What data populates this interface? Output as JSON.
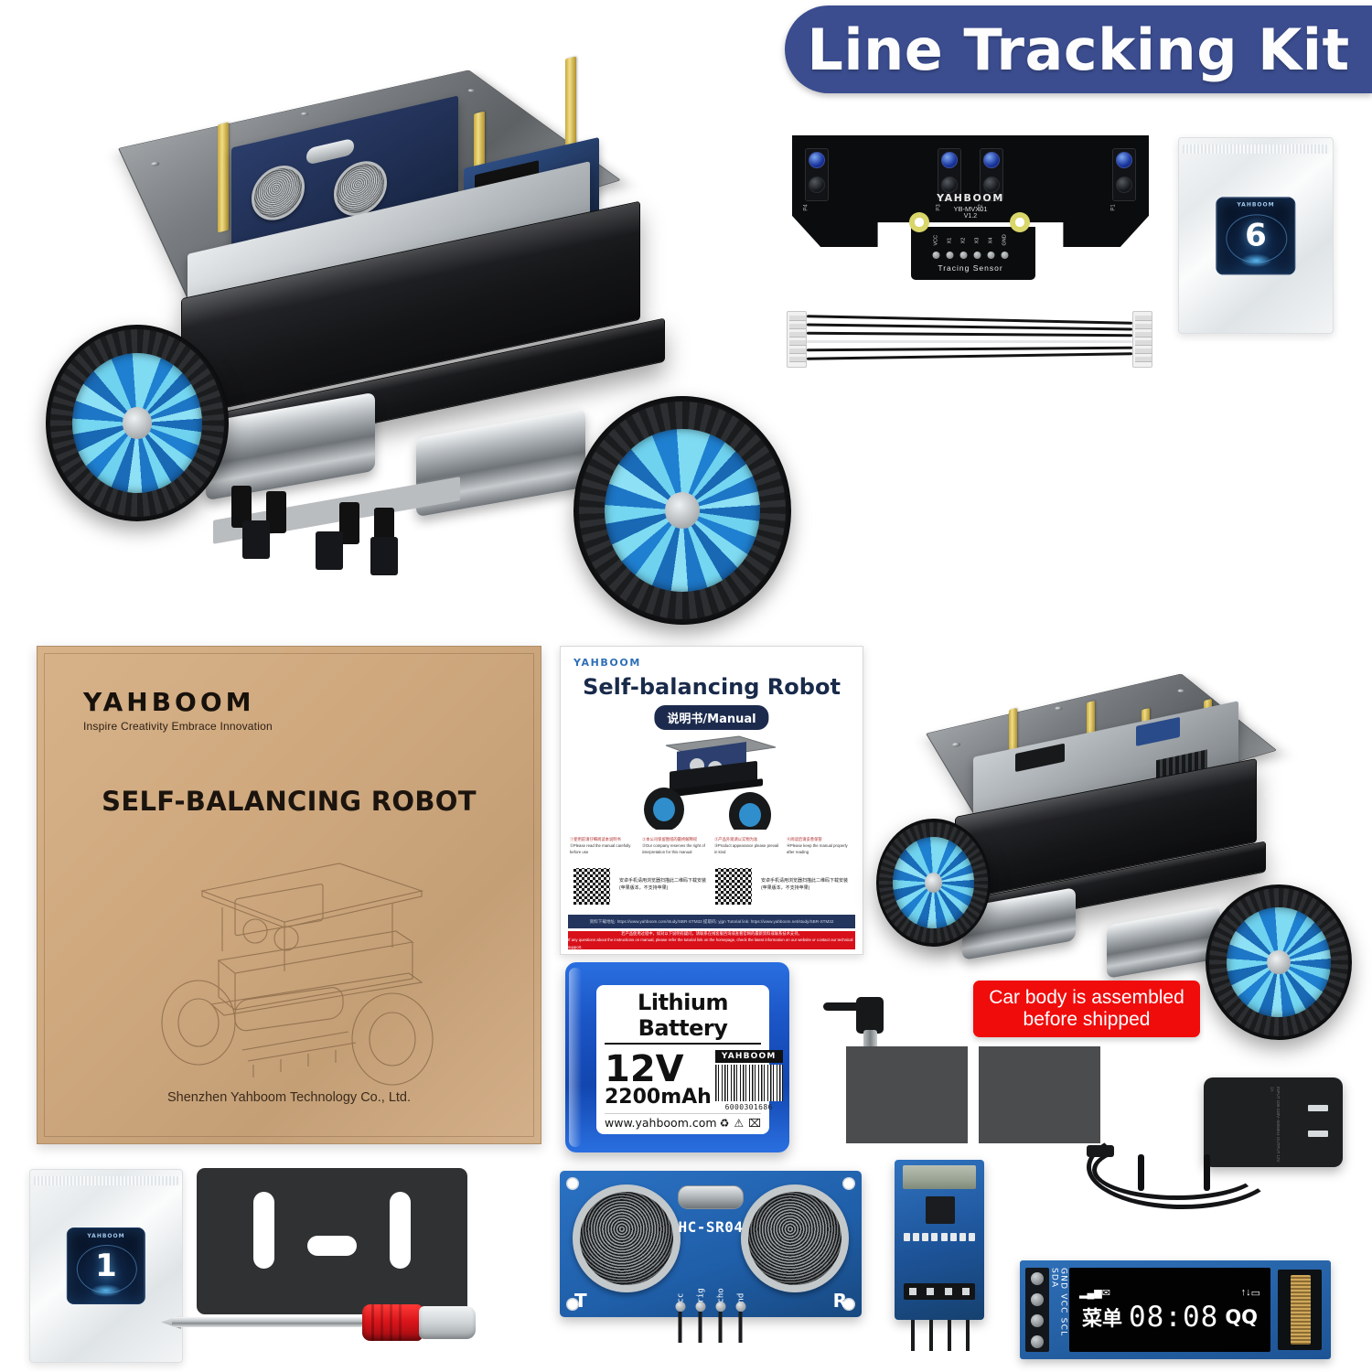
{
  "badge": {
    "label": "Line Tracking Kit",
    "color": "#3b4d8f"
  },
  "hero_robot": {
    "name": "self-balancing-robot-assembled-hero"
  },
  "tracking_sensor": {
    "brand": "YAHBOOM",
    "model": "YB-MVX01",
    "version": "V1.2",
    "footer": "Tracing Sensor",
    "sensor_labels": [
      "P4",
      "P3",
      "P2",
      "P1"
    ],
    "pin_labels": [
      "VCC",
      "X1",
      "X2",
      "X3",
      "X4",
      "GND"
    ]
  },
  "cable": {
    "name": "6-pin JST connecting cable",
    "pin_count": 6
  },
  "bags": [
    {
      "number": "6",
      "brand": "YAHBOOM"
    },
    {
      "number": "1",
      "brand": "YAHBOOM"
    }
  ],
  "box": {
    "brand": "YAHBOOM",
    "tagline": "Inspire Creativity Embrace Innovation",
    "title": "SELF-BALANCING ROBOT",
    "company": "Shenzhen Yahboom Technology Co., Ltd."
  },
  "manual": {
    "brand": "YAHBOOM",
    "title": "Self-balancing Robot",
    "pill": "说明书/Manual",
    "notes": [
      {
        "cn": "①使用前请仔细阅读本说明书",
        "en": "①Please read the manual carefully before use"
      },
      {
        "cn": "②本公司保留图纸的最终解释权",
        "en": "②Our company reserves the right of interpretation for this manual"
      },
      {
        "cn": "③产品外观请以实物为准",
        "en": "③Product appearance please prevail in kind"
      },
      {
        "cn": "④阅读后请妥善保管",
        "en": "④Please keep the manual properly after reading"
      }
    ],
    "qr_caption_cn": "安卓手机请用浏览器扫描此二维码下载安装",
    "qr_caption_cn2": "(苹果版本，不支持苹果)",
    "blue_bar": "资料下载地址: https://www.yahboom.com/study/SBR-STM32   提取码: yjgn    Tutorial link: https://www.yahboom.net/study/SBR-STM32",
    "red_bar_cn": "若产品使用过程中，如对以下说明有疑问，请联系在线客服咨询或查看官网的最新资料或联系技术支持。",
    "red_bar_en": "If any questions about the instructions on manual, please refer the tutorial link on the homepage, check the latest information on our website or contact our technical support."
  },
  "battery": {
    "title": "Lithium Battery",
    "voltage": "12V",
    "capacity": "2200mAh",
    "brand": "YAHBOOM",
    "barcode_number": "6000301686",
    "url": "www.yahboom.com",
    "icons": [
      "recycle-icon",
      "warning-icon",
      "wheelie-bin-icon"
    ]
  },
  "sticker": {
    "line1": "Car body is assembled",
    "line2": "before shipped",
    "color": "#f10c0c"
  },
  "assembled_robot": {
    "name": "assembled-robot-photo"
  },
  "ultrasonic": {
    "model": "HC-SR04",
    "transmitter_label": "T",
    "receiver_label": "R",
    "pins": [
      "Vcc",
      "Trig",
      "Echo",
      "Gnd"
    ]
  },
  "bluetooth": {
    "name": "bluetooth-module",
    "pin_count": 4
  },
  "oled": {
    "pin_labels": "GND VCC SCL SDA",
    "menu_text": "菜单",
    "time_text": "08:08",
    "app_text": "QQ",
    "status_icons": [
      "signal-icon",
      "message-icon",
      "data-transfer-icon",
      "battery-icon"
    ]
  },
  "adapter": {
    "name": "power-adapter-12v"
  },
  "bracket": {
    "name": "battery-mount-bracket"
  },
  "screwdriver": {
    "name": "phillips-screwdriver"
  },
  "grey_plates": [
    {
      "name": "acrylic-plate-1"
    },
    {
      "name": "acrylic-plate-2"
    }
  ]
}
